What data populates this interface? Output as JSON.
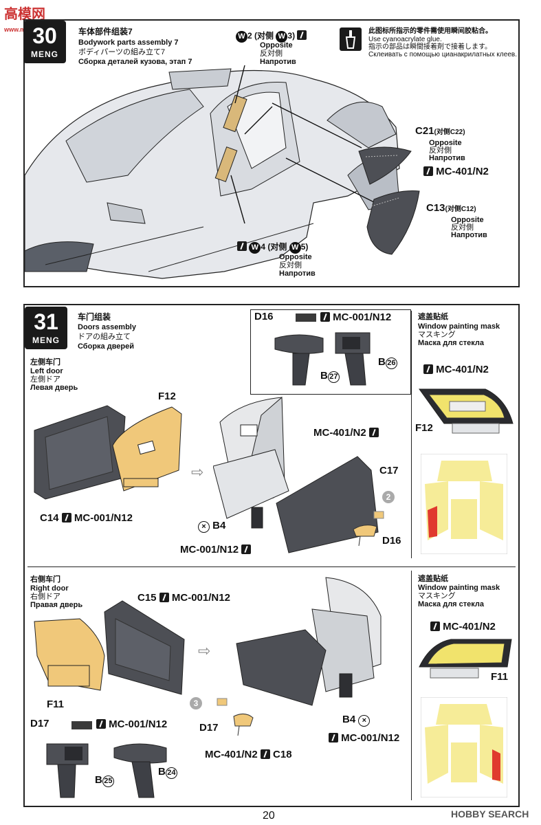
{
  "watermark_top": "高模网",
  "watermark_top_sub": "www.moxingwang.com",
  "watermark_bottom": "HOBBY SEARCH",
  "brand": "MENG",
  "page_number": "20",
  "step30": {
    "number": "30",
    "title_zh": "车体部件组装7",
    "title_en": "Bodywork parts assembly 7",
    "title_ja": "ボディパーツの組み立て7",
    "title_ru": "Сборка деталей кузова, этап 7",
    "glue_note_zh": "此图标所指示的零件需使用瞬间胶粘合。",
    "glue_note_en": "Use cyanoacrylate glue.",
    "glue_note_ja": "指示の部品は瞬間接着剤で接着します。",
    "glue_note_ru": "Склеивать с помощью цианакрилатных клеев.",
    "w2_num": "2",
    "w2_opp_zh": "(对侧",
    "w2_opp_num": "3",
    "w4_num": "4",
    "w4_opp_zh": "(对侧",
    "w4_opp_num": "5",
    "opposite_en": "Opposite",
    "opposite_ja": "反対側",
    "opposite_ru": "Напротив",
    "c21": "C21",
    "c21_opp": "(对侧C22)",
    "c13": "C13",
    "c13_opp": "(对侧C12)",
    "paint_401": "MC-401/N2"
  },
  "step31": {
    "number": "31",
    "title_zh": "车门组装",
    "title_en": "Doors assembly",
    "title_ja": "ドアの組み立て",
    "title_ru": "Сборка дверей",
    "left_zh": "左侧车门",
    "left_en": "Left door",
    "left_ja": "左側ドア",
    "left_ru": "Левая дверь",
    "right_zh": "右侧车门",
    "right_en": "Right door",
    "right_ja": "右側ドア",
    "right_ru": "Правая дверь",
    "mask_zh": "遮盖贴纸",
    "mask_en": "Window painting mask",
    "mask_ja": "マスキング",
    "mask_ru": "Маска для стекла",
    "d16": "D16",
    "d17": "D17",
    "paint_001": "MC-001/N12",
    "paint_401": "MC-401/N2",
    "f12": "F12",
    "f11": "F11",
    "c14": "C14",
    "c15": "C15",
    "c17": "C17",
    "c18": "C18",
    "b4": "B4",
    "b_letter": "B",
    "b27": "27",
    "b26": "26",
    "b25": "25",
    "b24": "24",
    "step2": "2",
    "step3": "3"
  }
}
